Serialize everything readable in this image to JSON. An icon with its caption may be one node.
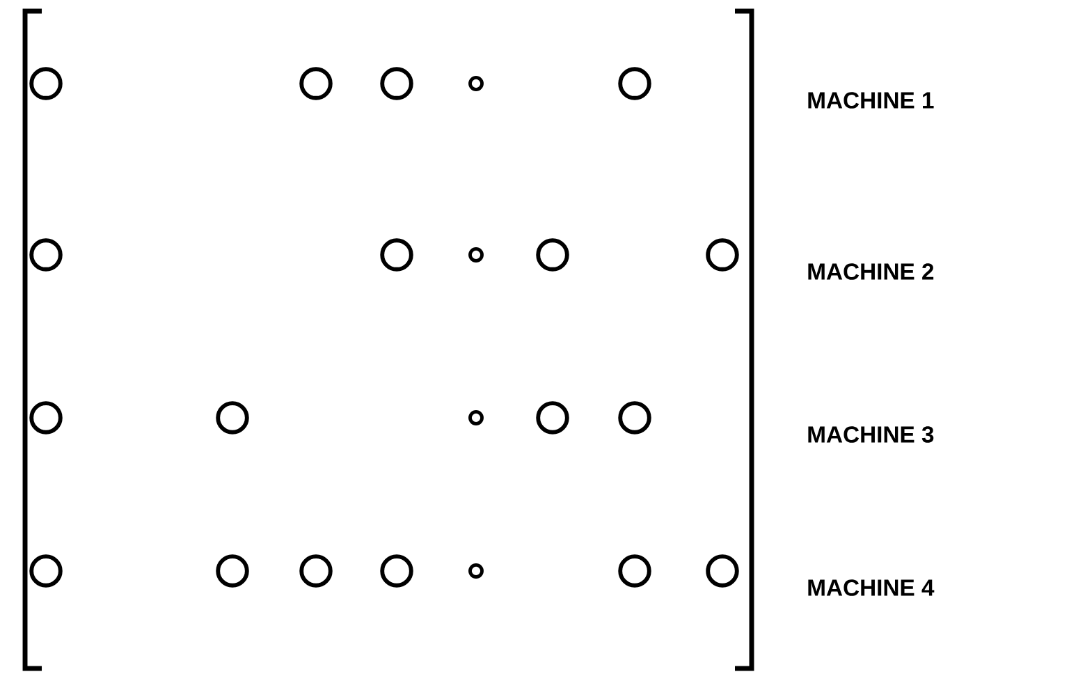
{
  "diagram": {
    "labels": [
      "MACHINE 1",
      "MACHINE 2",
      "MACHINE 3",
      "MACHINE 4"
    ]
  }
}
